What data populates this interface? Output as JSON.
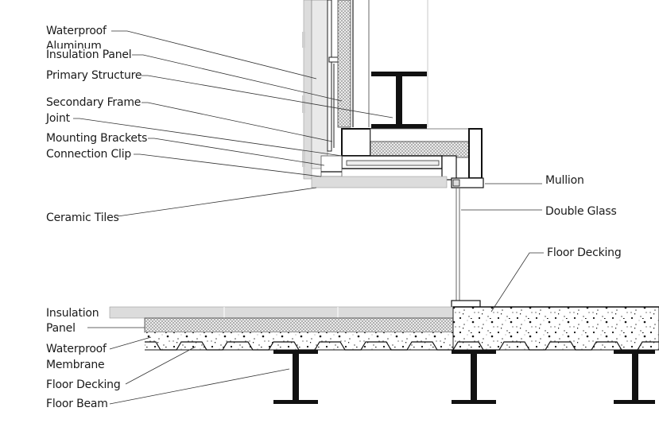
{
  "labels": {
    "waterproof_aluminum": "Waterproof\nAluminum",
    "insulation_panel_top": "Insulation Panel",
    "primary_structure": "Primary Structure",
    "secondary_frame": "Secondary Frame",
    "joint": "Joint",
    "mounting_brackets": "Mounting Brackets",
    "connection_clip": "Connection Clip",
    "ceramic_tiles": "Ceramic Tiles",
    "mullion": "Mullion",
    "double_glass": "Double Glass",
    "floor_decking_right": "Floor Decking",
    "insulation_panel_bottom_1": "Insulation",
    "insulation_panel_bottom_2": "Panel",
    "waterproof_membrane_1": "Waterproof",
    "waterproof_membrane_2": "Membrane",
    "floor_decking_left": "Floor Decking",
    "floor_beam": "Floor Beam"
  },
  "colors": {
    "line": "#1a1a1a",
    "steel": "#111111",
    "panel_gray": "#d9d9d9",
    "hatch": "#9a9a9a",
    "concrete": "#ffffff"
  }
}
